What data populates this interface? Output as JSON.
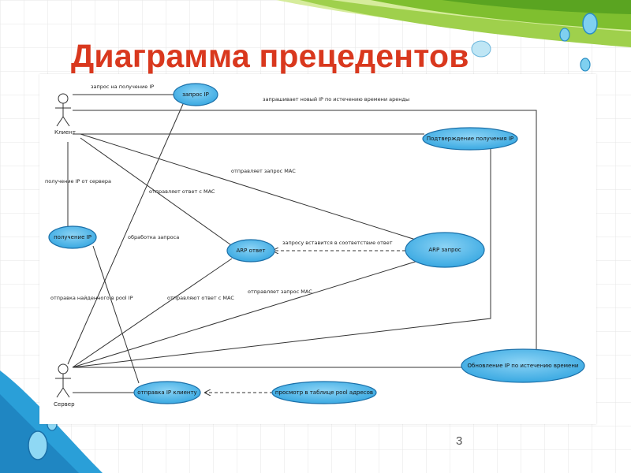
{
  "slide": {
    "title": "Диаграмма прецедентов",
    "page_number": "3"
  },
  "diagram": {
    "actors": {
      "client": "Клиент",
      "server": "Сервер"
    },
    "use_cases": {
      "request_ip": "запрос IP",
      "confirm_ip": "Подтверждение получения IP",
      "receive_ip": "получение IP",
      "arp_reply": "ARP ответ",
      "arp_request": "ARP запрос",
      "send_ip": "отправка IP клиенту",
      "renew_ip": "Обновление IP по истечению времени",
      "pool_lookup": "просмотр в таблице pool адресов"
    },
    "labels": {
      "request_for_ip": "запрос на получение IP",
      "renew_request": "запрашивает новый IP по истечению времени аренды",
      "sends_mac_request_1": "отправляет запрос MAC",
      "receive_from_server": "получение IP от сервера",
      "sends_mac_reply_1": "отправляет ответ с MAC",
      "request_processing": "обработка запроса",
      "insert_request": "запросу вставится в соответствие ответ",
      "send_found_ip": "отправка найденного в pool IP",
      "sends_mac_reply_2": "отправляют ответ с MAC",
      "sends_mac_request_2": "отправляет запрос MAC"
    }
  },
  "colors": {
    "title": "#d9381e",
    "ellipse_fill": "#4fb8ec",
    "ellipse_stroke": "#1a6fa8",
    "green_swoosh": "#8cc63f",
    "blue_swoosh": "#2a9fd8"
  }
}
